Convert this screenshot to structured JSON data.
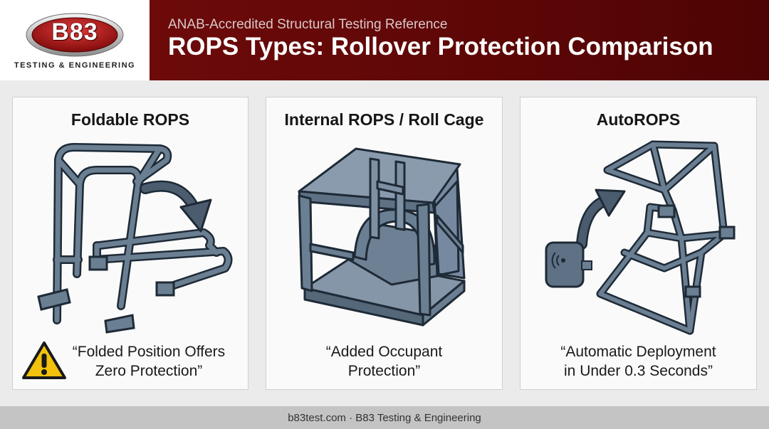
{
  "header": {
    "logo_text": "B83",
    "logo_sub": "TESTING & ENGINEERING",
    "subtitle": "ANAB-Accredited Structural Testing Reference",
    "title": "ROPS Types: Rollover Protection Comparison"
  },
  "cards": [
    {
      "title": "Foldable ROPS",
      "caption_line1": "“Folded Position Offers",
      "caption_line2": "Zero Protection”",
      "icons": [
        "foldable-rops-frame-icon",
        "fold-arrow-icon",
        "warning-icon"
      ]
    },
    {
      "title": "Internal ROPS / Roll Cage",
      "caption_line1": "“Added Occupant",
      "caption_line2": "Protection”",
      "icons": [
        "roll-cage-cab-icon"
      ]
    },
    {
      "title": "AutoROPS",
      "caption_line1": "“Automatic Deployment",
      "caption_line2": "in Under 0.3 Seconds”",
      "icons": [
        "sensor-unit-icon",
        "deploy-arrow-icon",
        "auto-rops-frame-icon"
      ]
    }
  ],
  "footer": {
    "text": "b83test.com · B83 Testing & Engineering"
  },
  "colors": {
    "brand_red": "#5c0606",
    "frame_blue": "#6b7f93",
    "frame_stroke": "#1e2a36",
    "warning_yellow": "#f2c20c"
  }
}
